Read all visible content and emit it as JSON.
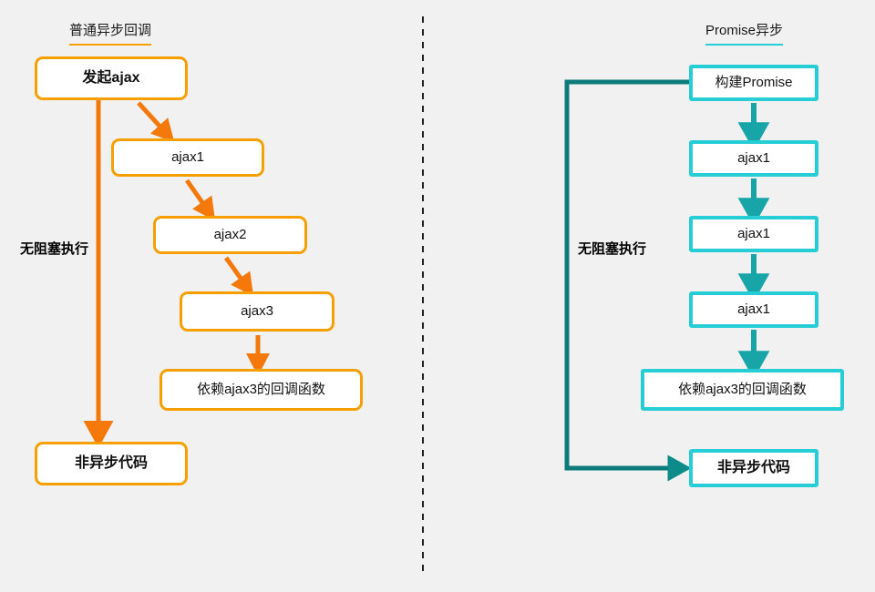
{
  "diagram": {
    "background_color": "#f1f1f1",
    "divider": {
      "name": "vertical-dashed-divider",
      "color": "#222222",
      "style": "dashed"
    },
    "panels": [
      {
        "id": "plain-callback",
        "title": "普通异步回调",
        "accent_color": "#f5a000",
        "arrow_color": "#f4780a",
        "side_label": "无阻塞执行",
        "nodes": [
          {
            "id": "l0",
            "label": "发起ajax",
            "bold": true
          },
          {
            "id": "l1",
            "label": "ajax1",
            "bold": false
          },
          {
            "id": "l2",
            "label": "ajax2",
            "bold": false
          },
          {
            "id": "l3",
            "label": "ajax3",
            "bold": false
          },
          {
            "id": "l4",
            "label": "依赖ajax3的回调函数",
            "bold": false
          },
          {
            "id": "l5",
            "label": "非异步代码",
            "bold": true
          }
        ]
      },
      {
        "id": "promise-async",
        "title": "Promise异步",
        "accent_color": "#27cdd4",
        "arrow_color": "#0d8a8a",
        "side_label": "无阻塞执行",
        "nodes": [
          {
            "id": "r0",
            "label": "构建Promise",
            "bold": false
          },
          {
            "id": "r1",
            "label": "ajax1",
            "bold": false
          },
          {
            "id": "r2",
            "label": "ajax1",
            "bold": false
          },
          {
            "id": "r3",
            "label": "ajax1",
            "bold": false
          },
          {
            "id": "r4",
            "label": "依赖ajax3的回调函数",
            "bold": false
          },
          {
            "id": "r5",
            "label": "非异步代码",
            "bold": true
          }
        ]
      }
    ]
  }
}
